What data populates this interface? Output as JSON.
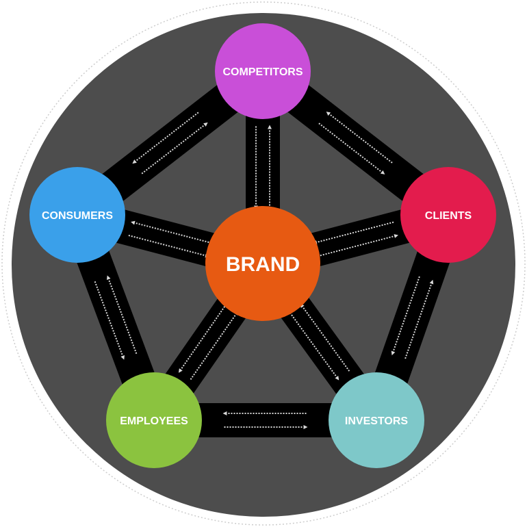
{
  "colors": {
    "background": "#ffffff",
    "disc": "#4d4d4d",
    "disc_border": "#cccccc",
    "connector": "#000000",
    "arrow": "#d9d9d9"
  },
  "center": {
    "label": "BRAND",
    "color": "#e75a12"
  },
  "nodes": [
    {
      "id": "competitors",
      "label": "COMPETITORS",
      "color": "#c94fd8"
    },
    {
      "id": "clients",
      "label": "CLIENTS",
      "color": "#e31c4d"
    },
    {
      "id": "investors",
      "label": "INVESTORS",
      "color": "#7ec8c9"
    },
    {
      "id": "employees",
      "label": "EMPLOYEES",
      "color": "#8bc33f"
    },
    {
      "id": "consumers",
      "label": "CONSUMERS",
      "color": "#3aa0ea"
    }
  ],
  "relationships": [
    {
      "from": "competitors",
      "to": "clients",
      "bidirectional": true
    },
    {
      "from": "clients",
      "to": "investors",
      "bidirectional": true
    },
    {
      "from": "investors",
      "to": "employees",
      "bidirectional": true
    },
    {
      "from": "employees",
      "to": "consumers",
      "bidirectional": true
    },
    {
      "from": "consumers",
      "to": "competitors",
      "bidirectional": true
    },
    {
      "from": "brand",
      "to": "competitors",
      "bidirectional": true
    },
    {
      "from": "brand",
      "to": "clients",
      "bidirectional": true
    },
    {
      "from": "brand",
      "to": "investors",
      "bidirectional": true
    },
    {
      "from": "brand",
      "to": "employees",
      "bidirectional": true
    },
    {
      "from": "brand",
      "to": "consumers",
      "bidirectional": true
    }
  ]
}
